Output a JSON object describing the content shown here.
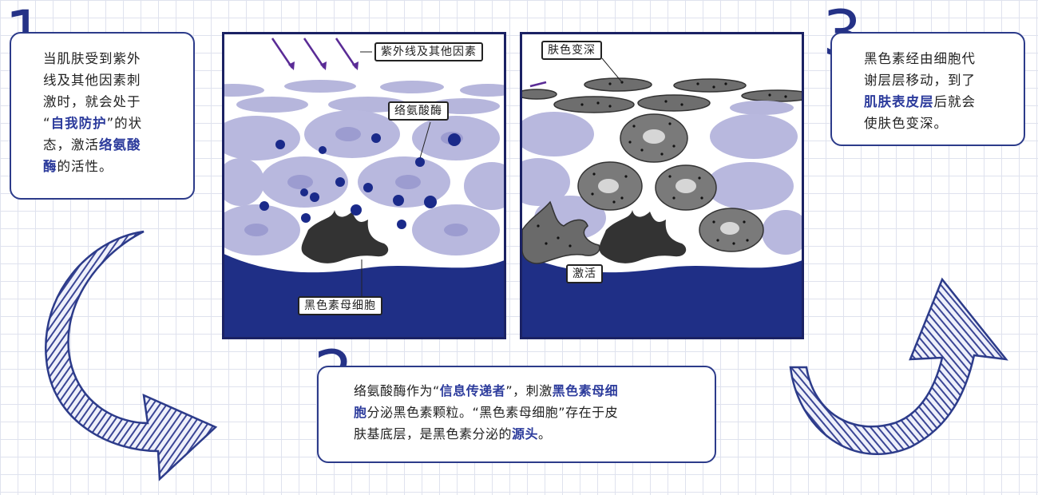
{
  "step1": {
    "number": "1",
    "text_a": "当肌肤受到紫外",
    "text_b": "线及其他因素刺",
    "text_c": "激时，就会处于",
    "text_d_open": "“",
    "text_d_hl": "自我防护",
    "text_d_close": "”的状",
    "text_e": "态，激活",
    "text_e_hl": "络氨酸",
    "text_f_hl": "酶",
    "text_f": "的活性。"
  },
  "step2": {
    "number": "2",
    "text_a": "络氨酸酶作为“",
    "text_a_hl": "信息传递者",
    "text_a2": "”，刺激",
    "text_a_hl2": "黑色素母细",
    "text_b_hl": "胞",
    "text_b": "分泌黑色素颗粒。“黑色素母细胞”存在于皮",
    "text_c": "肤基底层，是黑色素分泌的",
    "text_c_hl": "源头",
    "text_c2": "。"
  },
  "step3": {
    "number": "3",
    "text_a": "黑色素经由细胞代",
    "text_b": "谢层层移动，到了",
    "text_c_hl": "肌肤表皮层",
    "text_c": "后就会",
    "text_d": "使肤色变深。"
  },
  "panel_left": {
    "label_uv": "紫外线及其他因素",
    "label_enzyme": "络氨酸酶",
    "label_melanocyte": "黑色素母细胞"
  },
  "panel_right": {
    "label_darken": "肤色变深",
    "label_activate": "激活"
  },
  "colors": {
    "accent": "#253287",
    "dermis": "#1f2f86",
    "cell": "#b9b9df",
    "cell_dark": "#7a7a7a",
    "pigment_dot": "#1a2a8a"
  }
}
